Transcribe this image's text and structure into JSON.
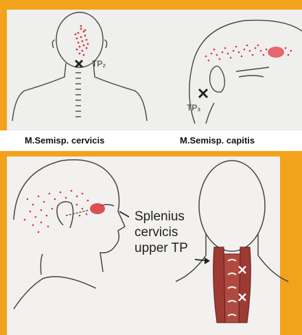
{
  "captions": {
    "left": "M.Semisp. cervicis",
    "right": "M.Semisp. capitis"
  },
  "labels": {
    "tp_left": "TP₂",
    "tp_right": "TP₃",
    "splenius_line1": "Splenius",
    "splenius_line2": "cervicis",
    "splenius_line3": "upper TP"
  },
  "colors": {
    "frame": "#f3a21b",
    "referral": "#d9333a",
    "muscle": "#9c3a33",
    "outline": "#333333"
  }
}
